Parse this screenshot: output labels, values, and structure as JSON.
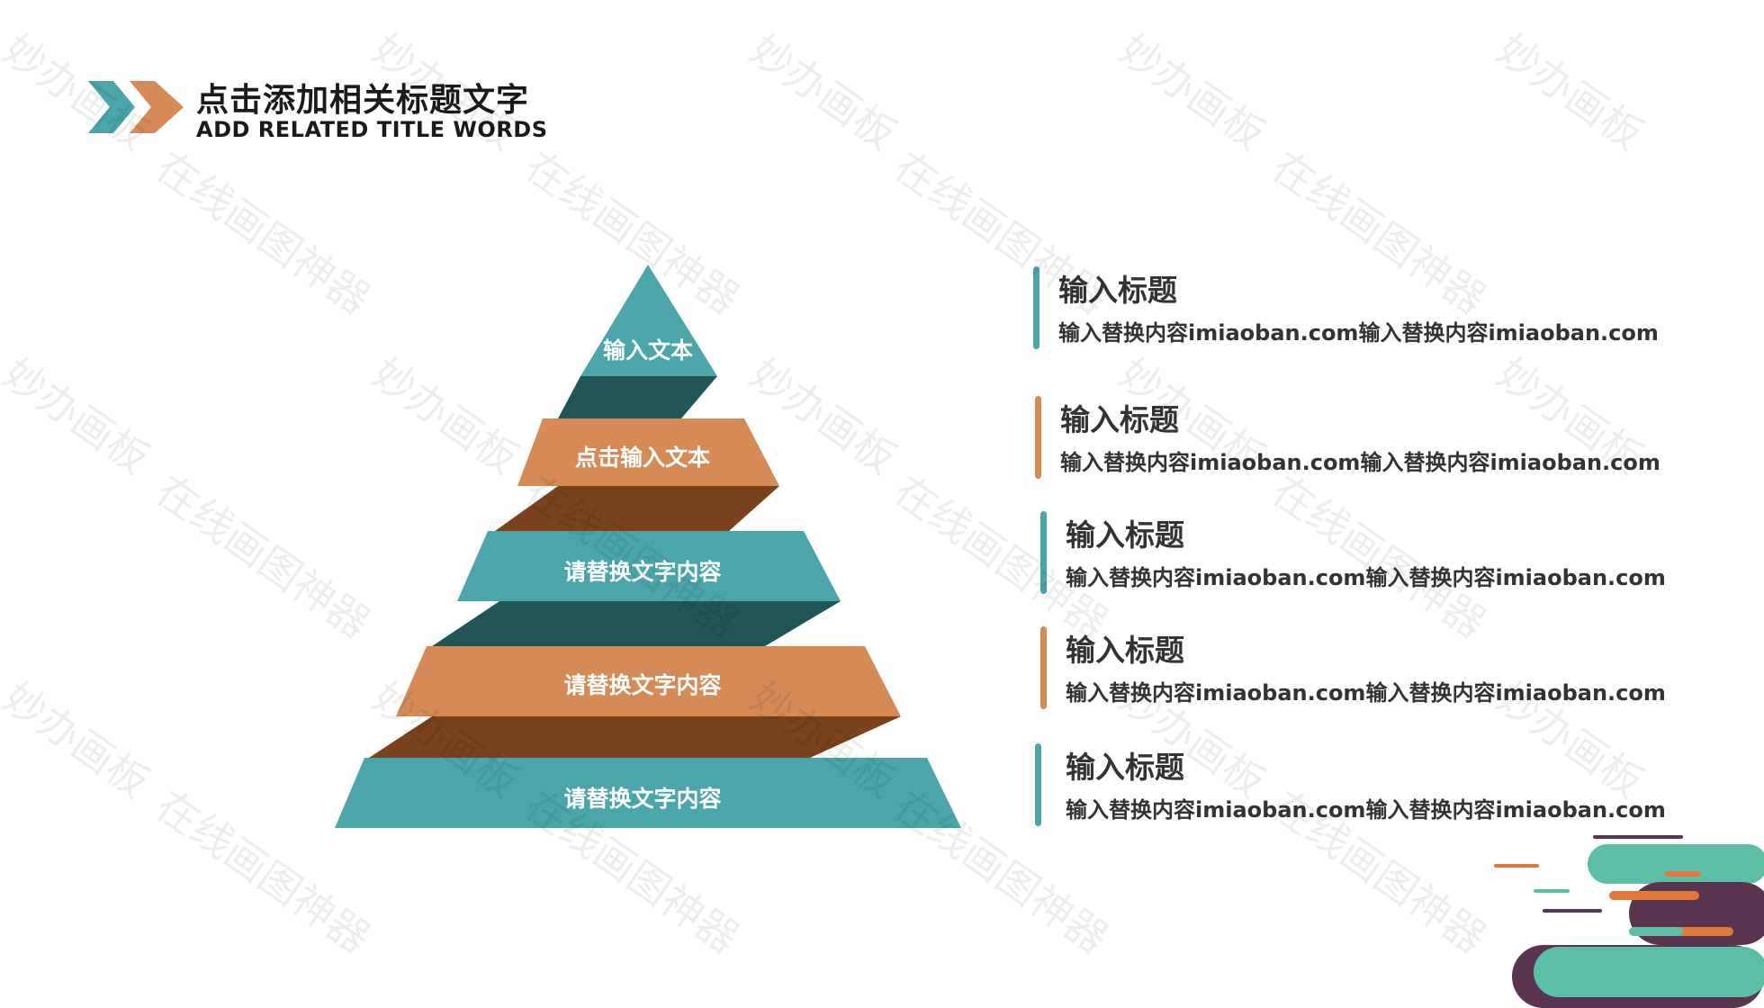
{
  "header": {
    "title_cn": "点击添加相关标题文字",
    "title_en": "ADD RELATED TITLE WORDS"
  },
  "pyramid": {
    "levels": [
      {
        "label": "输入文本",
        "color": "#4aa6a9"
      },
      {
        "label": "点击输入文本",
        "color": "#d68a55"
      },
      {
        "label": "请替换文字内容",
        "color": "#4aa6a9"
      },
      {
        "label": "请替换文字内容",
        "color": "#d68a55"
      },
      {
        "label": "请替换文字内容",
        "color": "#4aa6a9"
      }
    ],
    "shadow_colors": {
      "teal": "#225558",
      "orange": "#7a421d"
    }
  },
  "items": [
    {
      "title": "输入标题",
      "desc": "输入替换内容imiaoban.com输入替换内容imiaoban.com",
      "accent": "#4aa6a9"
    },
    {
      "title": "输入标题",
      "desc": "输入替换内容imiaoban.com输入替换内容imiaoban.com",
      "accent": "#d68a55"
    },
    {
      "title": "输入标题",
      "desc": "输入替换内容imiaoban.com输入替换内容imiaoban.com",
      "accent": "#4aa6a9"
    },
    {
      "title": "输入标题",
      "desc": "输入替换内容imiaoban.com输入替换内容imiaoban.com",
      "accent": "#d68a55"
    },
    {
      "title": "输入标题",
      "desc": "输入替换内容imiaoban.com输入替换内容imiaoban.com",
      "accent": "#4aa6a9"
    }
  ],
  "watermark": {
    "text_a": "妙办画板",
    "text_b": "在线画图神器"
  },
  "colors": {
    "teal": "#4aa6a9",
    "orange": "#d68a55",
    "plum": "#5a3550",
    "mint": "#5cbfa5"
  }
}
